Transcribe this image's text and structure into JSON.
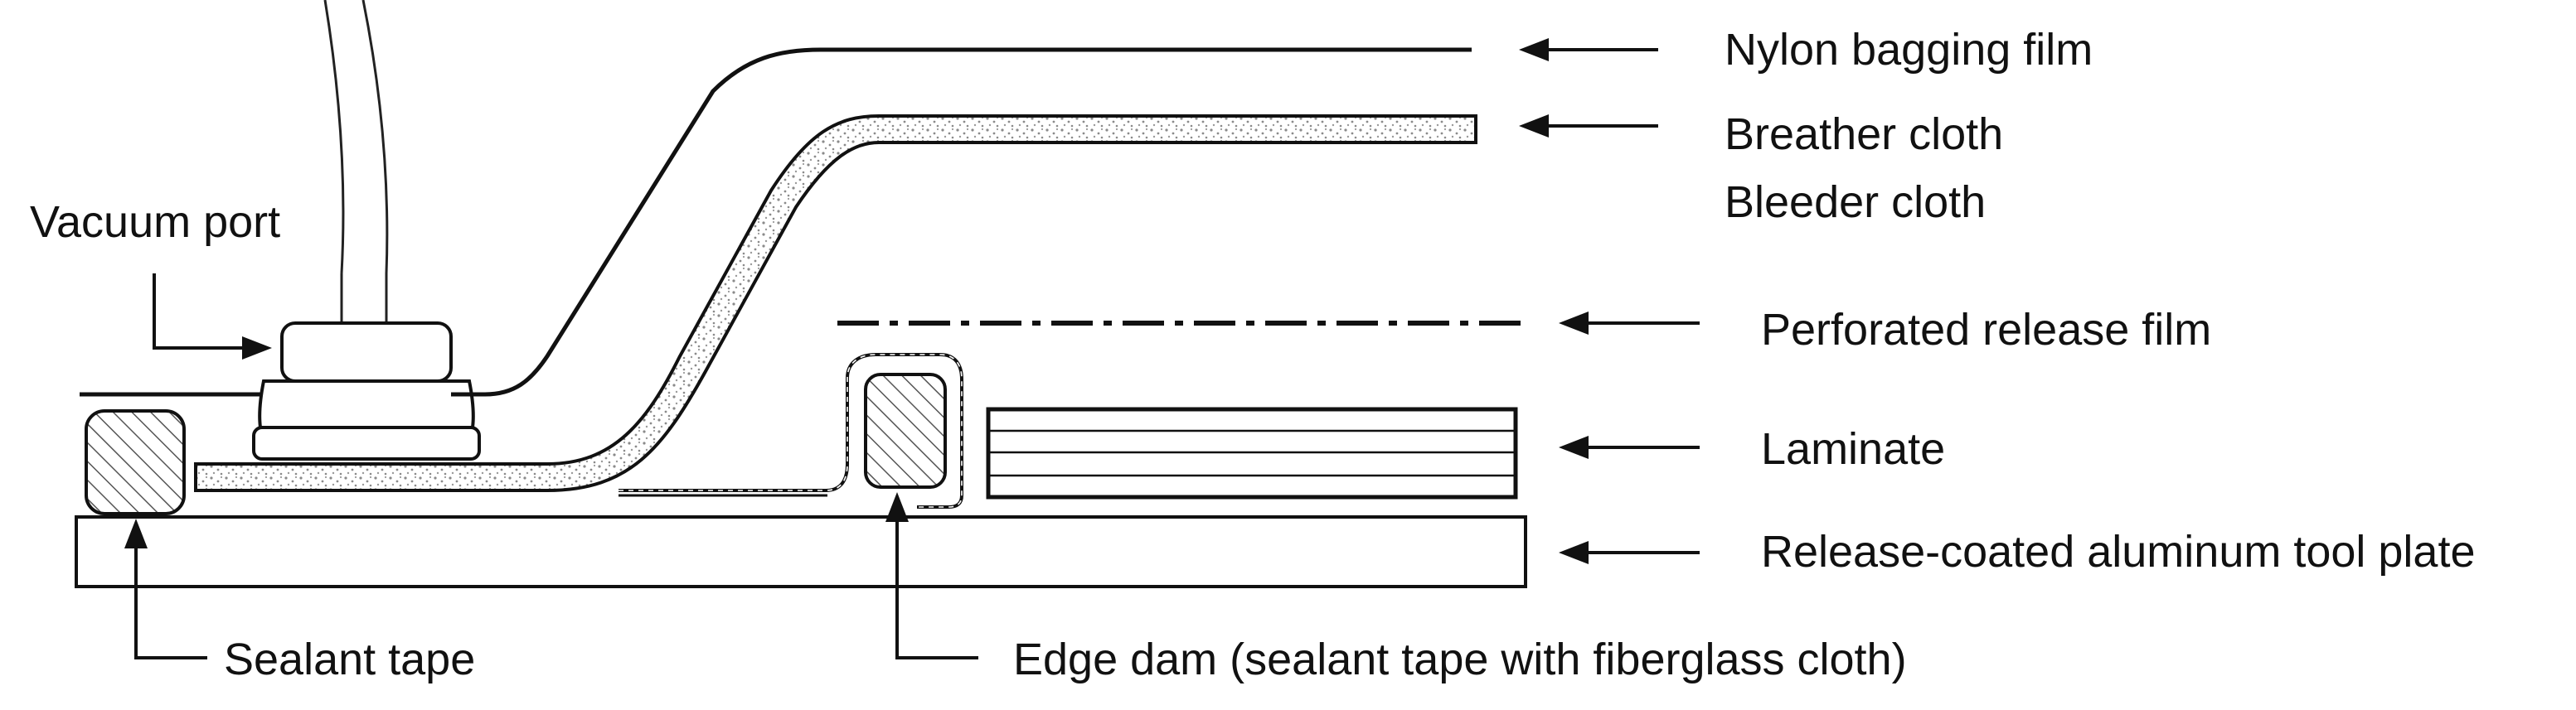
{
  "labels": {
    "nylon_bagging_film": "Nylon bagging film",
    "breather_cloth": "Breather cloth",
    "bleeder_cloth": "Bleeder cloth",
    "vacuum_port": "Vacuum port",
    "perforated_release_film": "Perforated release film",
    "laminate": "Laminate",
    "tool_plate": "Release-coated aluminum tool plate",
    "sealant_tape": "Sealant tape",
    "edge_dam": "Edge dam (sealant tape with fiberglass cloth)"
  },
  "colors": {
    "line": "#111111",
    "background": "#ffffff",
    "fill": "#ffffff",
    "hatch": "#555555",
    "speckle": "#8a8a8a"
  }
}
